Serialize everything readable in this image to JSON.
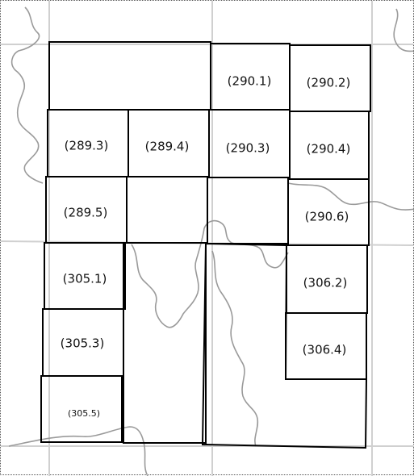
{
  "map": {
    "colors": {
      "grid": "#d0d0d0",
      "river": "#9a9a9a",
      "tile_border": "#000000",
      "text": "#111111"
    },
    "tiles": [
      {
        "id": "blank-top-left",
        "label": ""
      },
      {
        "id": "290.1",
        "label": "(290.1)"
      },
      {
        "id": "290.2",
        "label": "(290.2)"
      },
      {
        "id": "289.3",
        "label": "(289.3)"
      },
      {
        "id": "289.4",
        "label": "(289.4)"
      },
      {
        "id": "290.3",
        "label": "(290.3)"
      },
      {
        "id": "290.4",
        "label": "(290.4)"
      },
      {
        "id": "289.5",
        "label": "(289.5)"
      },
      {
        "id": "blank-middle-1",
        "label": ""
      },
      {
        "id": "blank-middle-2",
        "label": ""
      },
      {
        "id": "290.6",
        "label": "(290.6)"
      },
      {
        "id": "305.1",
        "label": "(305.1)"
      },
      {
        "id": "306.2",
        "label": "(306.2)"
      },
      {
        "id": "305.3",
        "label": "(305.3)"
      },
      {
        "id": "306.4",
        "label": "(306.4)"
      },
      {
        "id": "305.5",
        "label": "(305.5)"
      },
      {
        "id": "blank-lower-1",
        "label": ""
      },
      {
        "id": "blank-lower-2",
        "label": ""
      }
    ]
  }
}
